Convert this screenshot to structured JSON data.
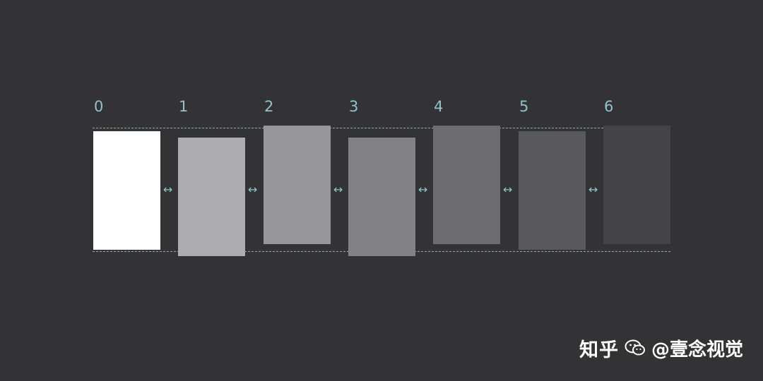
{
  "levels": [
    {
      "label": "0",
      "color": "#ffffff",
      "offset": 0
    },
    {
      "label": "1",
      "color": "#adadaf",
      "offset": 1
    },
    {
      "label": "2",
      "color": "#979799",
      "offset": -1
    },
    {
      "label": "3",
      "color": "#828285",
      "offset": 1
    },
    {
      "label": "4",
      "color": "#6d6d70",
      "offset": -1
    },
    {
      "label": "5",
      "color": "#59595b",
      "offset": 0
    },
    {
      "label": "6",
      "color": "#444446",
      "offset": -1
    }
  ],
  "gap_symbol": "↔",
  "watermark": {
    "site": "知乎",
    "author": "@壹念视觉",
    "icon": "wechat-icon"
  },
  "colors": {
    "background": "#333335",
    "guide": "#7fb3b8",
    "label": "#8fc4ca"
  }
}
